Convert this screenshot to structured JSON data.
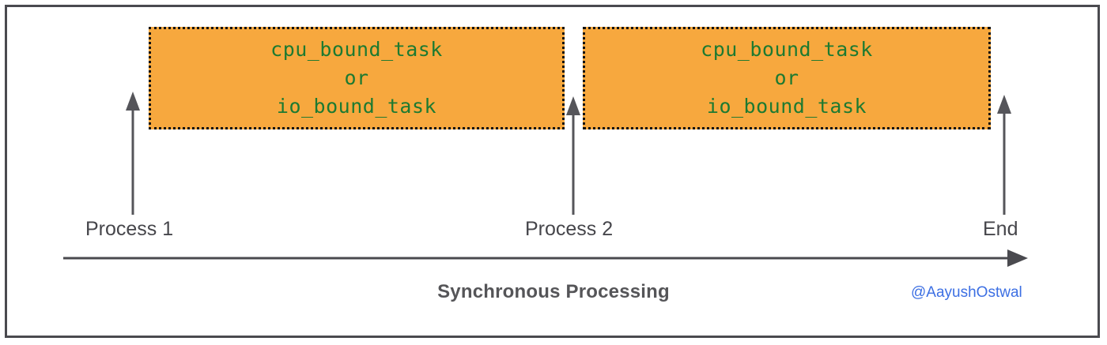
{
  "diagram": {
    "title": "Synchronous Processing",
    "credit": "@AayushOstwal",
    "boxes": [
      {
        "id": "task-box-1",
        "lines": [
          "cpu_bound_task",
          "or",
          "io_bound_task"
        ],
        "fill": "#f7a83e",
        "border_color": "#111111",
        "text_color": "#1d7a31"
      },
      {
        "id": "task-box-2",
        "lines": [
          "cpu_bound_task",
          "or",
          "io_bound_task"
        ],
        "fill": "#f7a83e",
        "border_color": "#111111",
        "text_color": "#1d7a31"
      }
    ],
    "ticks": [
      {
        "label": "Process 1"
      },
      {
        "label": "Process 2"
      },
      {
        "label": "End"
      }
    ],
    "axis": {
      "direction": "left-to-right",
      "color": "#4a4a4f"
    },
    "arrows": {
      "color": "#55555a",
      "direction": "up",
      "count": 3
    },
    "colors": {
      "frame": "#4a4a4f",
      "background": "#ffffff",
      "accent_orange": "#f7a83e",
      "code_green": "#1d7a31",
      "credit_blue": "#3c6fe3",
      "label_gray": "#46464b"
    }
  }
}
